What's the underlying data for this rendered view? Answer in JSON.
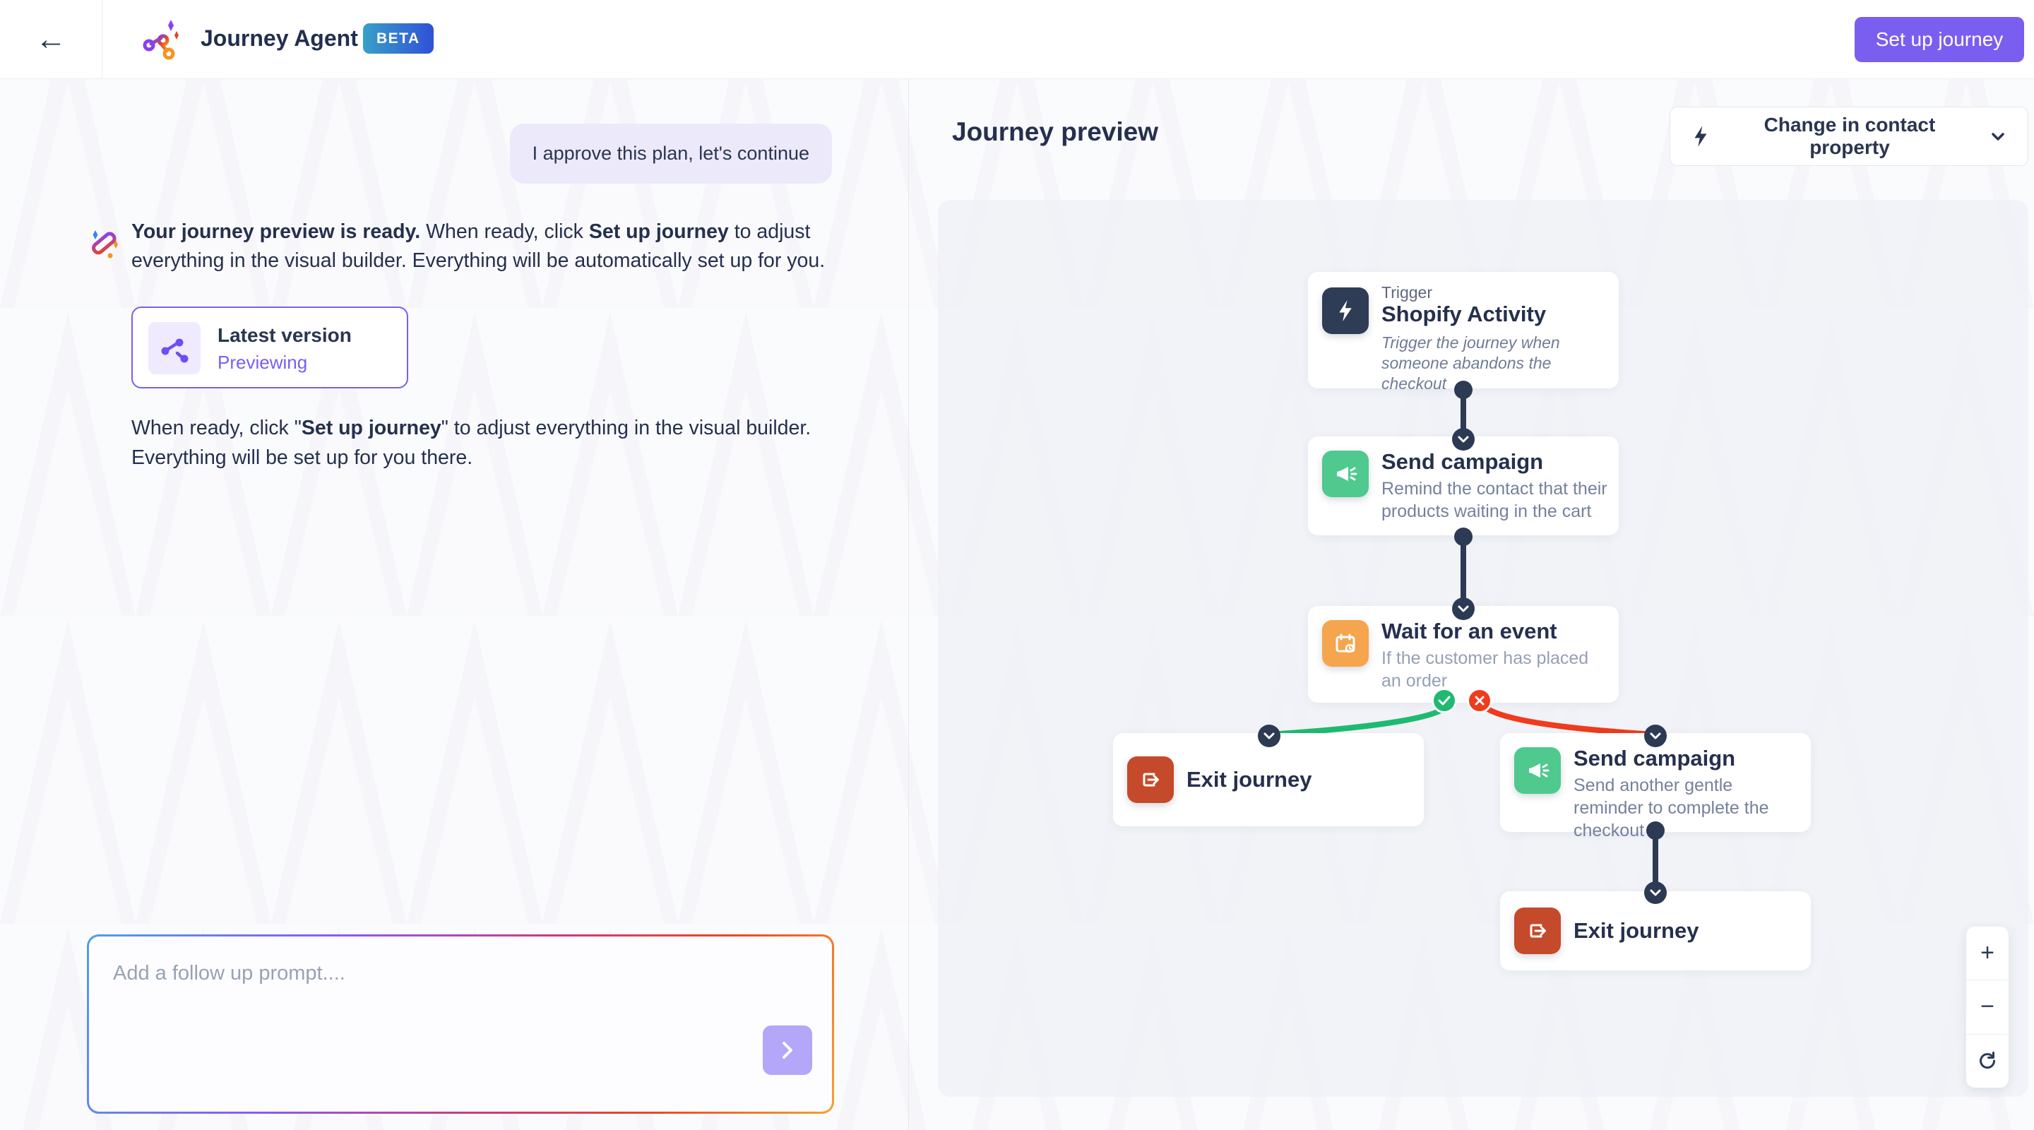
{
  "header": {
    "back_label": "←",
    "app_title": "Journey Agent",
    "beta_badge": "BETA",
    "setup_button": "Set up journey"
  },
  "chat": {
    "user_message": "I approve this plan, let's continue",
    "assistant": {
      "intro_bold": "Your journey preview is ready.",
      "mid": " When ready, click ",
      "cta_bold": "Set up journey",
      "outro": " to adjust everything in the visual builder. Everything will be automatically set up for you."
    },
    "version_card": {
      "title": "Latest version",
      "status": "Previewing"
    },
    "note": {
      "pre": "When ready, click \"",
      "cta_bold": "Set up journey",
      "post": "\" to adjust everything in the visual builder. Everything will be set up for you there."
    },
    "input": {
      "placeholder": "Add a follow up prompt...."
    }
  },
  "preview": {
    "title": "Journey preview",
    "dropdown": {
      "label": "Change in contact property"
    },
    "nodes": {
      "trigger": {
        "kind": "Trigger",
        "title": "Shopify Activity",
        "description": "Trigger the journey when someone abandons the checkout"
      },
      "campaign1": {
        "title": "Send campaign",
        "description": "Remind the contact that their products waiting in the cart"
      },
      "wait": {
        "title": "Wait for an event",
        "description": "If the customer has placed an order"
      },
      "exit_left": {
        "title": "Exit journey"
      },
      "campaign2": {
        "title": "Send campaign",
        "description": "Send another gentle reminder to complete the checkout"
      },
      "exit_bottom": {
        "title": "Exit journey"
      }
    },
    "zoom": {
      "zoom_in": "+",
      "zoom_out": "−"
    }
  },
  "colors": {
    "accent_purple": "#7a5ef0",
    "navy": "#2c3a54",
    "node_green": "#4fc98e",
    "node_orange": "#f5a54d",
    "node_red": "#c54a2b",
    "branch_green": "#1fba72",
    "branch_red": "#f03b1d",
    "beta_gradient_start": "#38a0c8",
    "beta_gradient_end": "#3050d8"
  }
}
